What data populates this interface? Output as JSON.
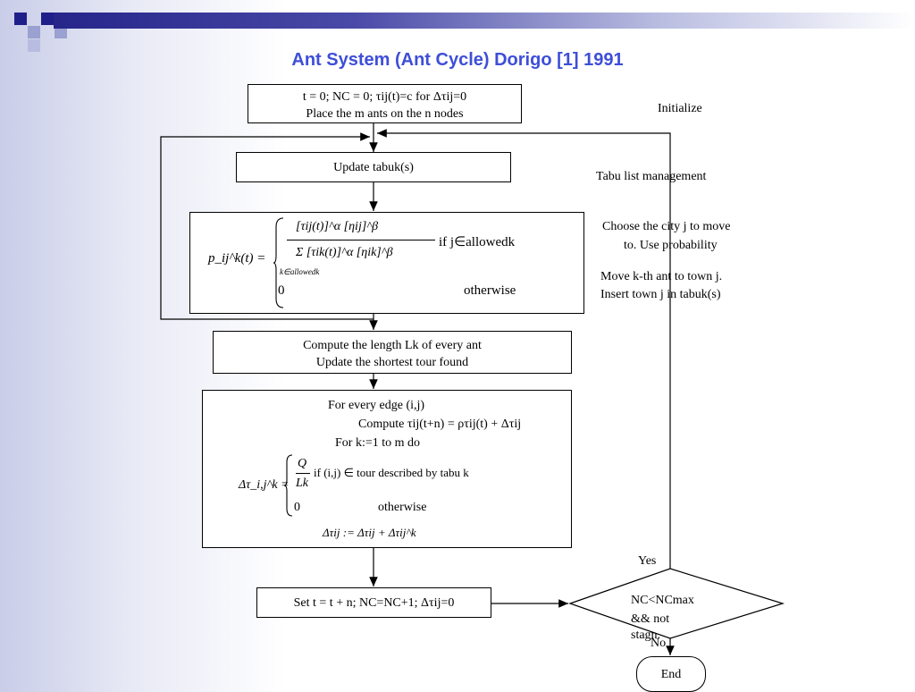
{
  "title": "Ant System (Ant Cycle) Dorigo [1] 1991",
  "boxes": {
    "init_line1": "t = 0; NC = 0; τij(t)=c for Δτij=0",
    "init_line2": "Place the m ants on the n nodes",
    "tabu": "Update tabuk(s)",
    "prob_formula_lhs": "p_ij^k(t) =",
    "prob_case1_num": "[τij(t)]^α [ηij]^β",
    "prob_case1_den": "Σ [τik(t)]^α [ηik]^β",
    "prob_case1_den_sub": "k∈allowedk",
    "prob_case1_cond": "if j∈allowedk",
    "prob_case2_val": "0",
    "prob_case2_cond": "otherwise",
    "compute_line1": "Compute the length Lk of every ant",
    "compute_line2": "Update the shortest tour found",
    "update_line1": "For every edge (i,j)",
    "update_line2": "Compute τij(t+n) = ρτij(t) + Δτij",
    "update_line3": "For k:=1 to m do",
    "update_delta_lhs": "Δτ_i,j^k =",
    "update_case1_num": "Q",
    "update_case1_den": "Lk",
    "update_case1_cond": "if (i,j) ∈ tour described by tabu k",
    "update_case2_val": "0",
    "update_case2_cond": "otherwise",
    "update_final": "Δτij := Δτij + Δτij^k",
    "set": "Set t = t + n; NC=NC+1; Δτij=0",
    "decision_line1": "NC<NCmax",
    "decision_line2": "&& not stagn.",
    "end": "End"
  },
  "labels": {
    "initialize": "Initialize",
    "tabu_mgmt": "Tabu list management",
    "choose_1": "Choose the city j to move",
    "choose_2": "to. Use probability",
    "move_1": "Move k-th ant to town j.",
    "move_2": "Insert town j in tabuk(s)",
    "yes": "Yes",
    "no": "No"
  }
}
